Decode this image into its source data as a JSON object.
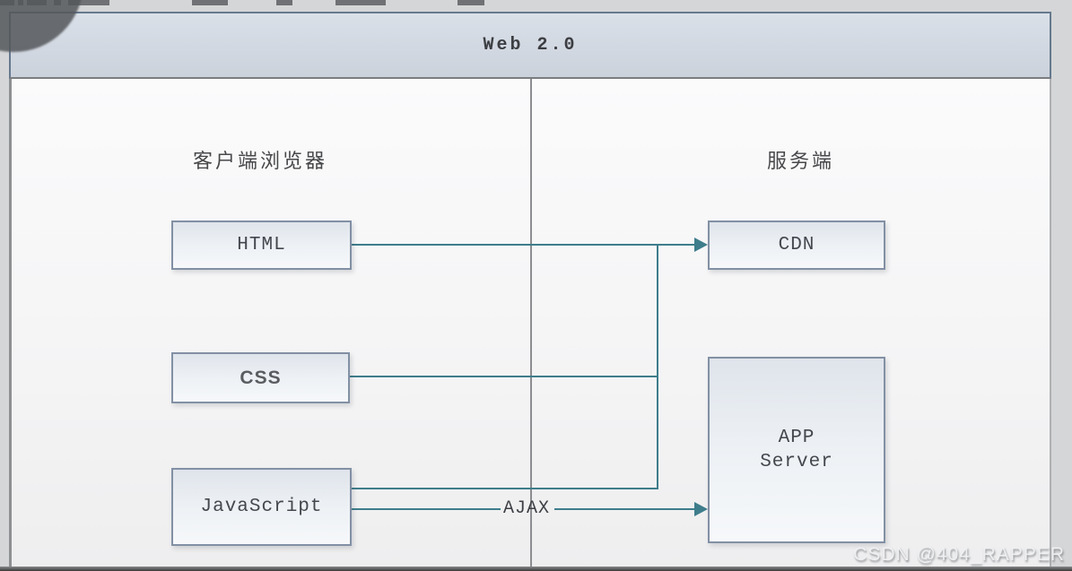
{
  "diagram": {
    "title": "Web 2.0",
    "columns": {
      "client": {
        "label": "客户端浏览器"
      },
      "server": {
        "label": "服务端"
      }
    },
    "nodes": {
      "html": {
        "label": "HTML"
      },
      "css": {
        "label": "CSS"
      },
      "javascript": {
        "label": "JavaScript"
      },
      "cdn": {
        "label": "CDN"
      },
      "app_server": {
        "label": "APP Server",
        "lines": [
          "APP",
          "Server"
        ]
      }
    },
    "edges": [
      {
        "from": "HTML",
        "to": "CDN",
        "label": ""
      },
      {
        "from": "CSS",
        "to": "CDN",
        "label": ""
      },
      {
        "from": "JavaScript",
        "to": "CDN",
        "label": ""
      },
      {
        "from": "JavaScript",
        "to": "APP Server",
        "label": "AJAX"
      }
    ],
    "colors": {
      "connector": "#3e7d8b",
      "box_border": "#8290a4",
      "box_fill": "#e9edf2",
      "titlebar_fill": "#d2d8e1",
      "frame_border": "#66798e",
      "divider": "#8b8d90"
    }
  },
  "watermark": {
    "text": "CSDN @404_RAPPER"
  }
}
